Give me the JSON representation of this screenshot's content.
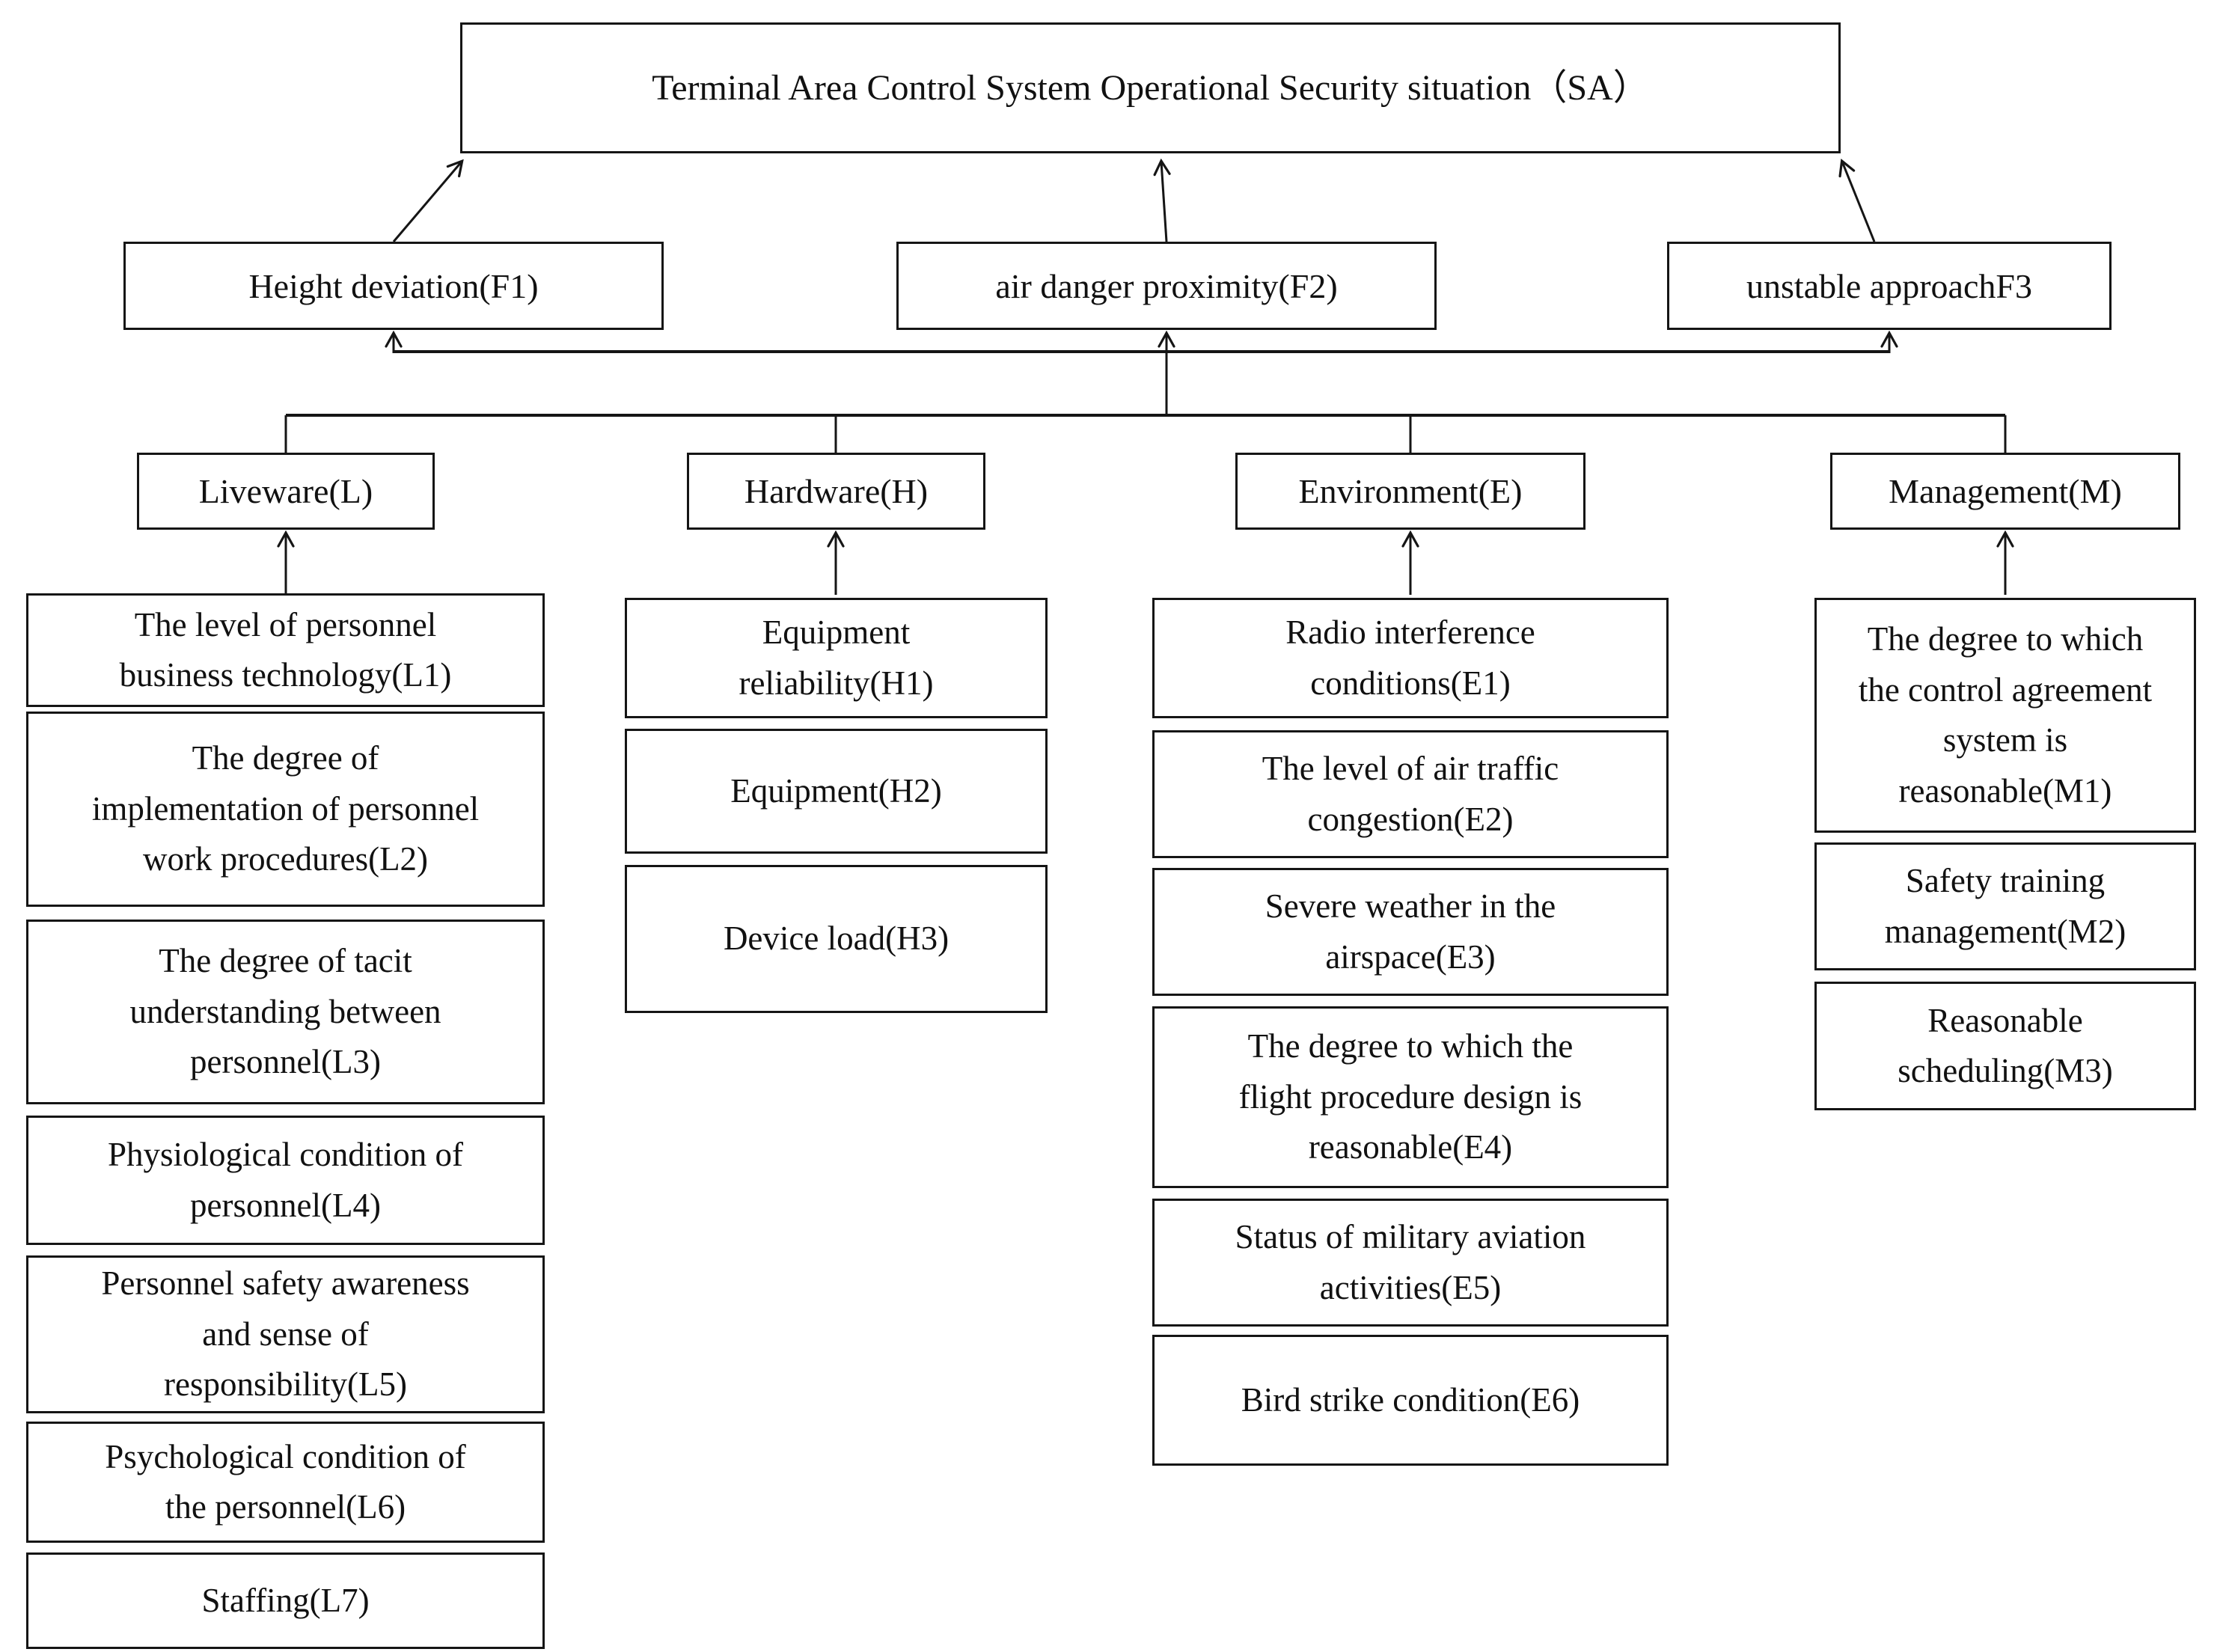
{
  "diagram": {
    "root": {
      "id": "SA",
      "label": "Terminal Area Control System Operational Security situation（SA）"
    },
    "factors": [
      {
        "id": "F1",
        "label": "Height deviation(F1)"
      },
      {
        "id": "F2",
        "label": "air danger proximity(F2)"
      },
      {
        "id": "F3",
        "label": "unstable approachF3"
      }
    ],
    "categories": [
      {
        "id": "L",
        "label": "Liveware(L)",
        "children": [
          {
            "id": "L1",
            "label": "The level of personnel\nbusiness technology(L1)"
          },
          {
            "id": "L2",
            "label": "The degree of\nimplementation of personnel\nwork procedures(L2)"
          },
          {
            "id": "L3",
            "label": "The degree of tacit\nunderstanding between\npersonnel(L3)"
          },
          {
            "id": "L4",
            "label": "Physiological condition of\npersonnel(L4)"
          },
          {
            "id": "L5",
            "label": "Personnel safety awareness\nand sense of\nresponsibility(L5)"
          },
          {
            "id": "L6",
            "label": "Psychological condition of\nthe personnel(L6)"
          },
          {
            "id": "L7",
            "label": "Staffing(L7)"
          }
        ]
      },
      {
        "id": "H",
        "label": "Hardware(H)",
        "children": [
          {
            "id": "H1",
            "label": "Equipment\nreliability(H1)"
          },
          {
            "id": "H2",
            "label": "Equipment(H2)"
          },
          {
            "id": "H3",
            "label": "Device load(H3)"
          }
        ]
      },
      {
        "id": "E",
        "label": "Environment(E)",
        "children": [
          {
            "id": "E1",
            "label": "Radio interference\nconditions(E1)"
          },
          {
            "id": "E2",
            "label": "The level of air traffic\ncongestion(E2)"
          },
          {
            "id": "E3",
            "label": "Severe weather in the\nairspace(E3)"
          },
          {
            "id": "E4",
            "label": "The degree to which the\nflight procedure design is\nreasonable(E4)"
          },
          {
            "id": "E5",
            "label": "Status of military aviation\nactivities(E5)"
          },
          {
            "id": "E6",
            "label": "Bird strike condition(E6)"
          }
        ]
      },
      {
        "id": "M",
        "label": "Management(M)",
        "children": [
          {
            "id": "M1",
            "label": "The degree to which\nthe control agreement\nsystem is\nreasonable(M1)"
          },
          {
            "id": "M2",
            "label": "Safety training\nmanagement(M2)"
          },
          {
            "id": "M3",
            "label": "Reasonable\nscheduling(M3)"
          }
        ]
      }
    ]
  },
  "colors": {
    "line": "#151515",
    "box_border": "#151515",
    "background": "#ffffff",
    "text": "#111111"
  }
}
